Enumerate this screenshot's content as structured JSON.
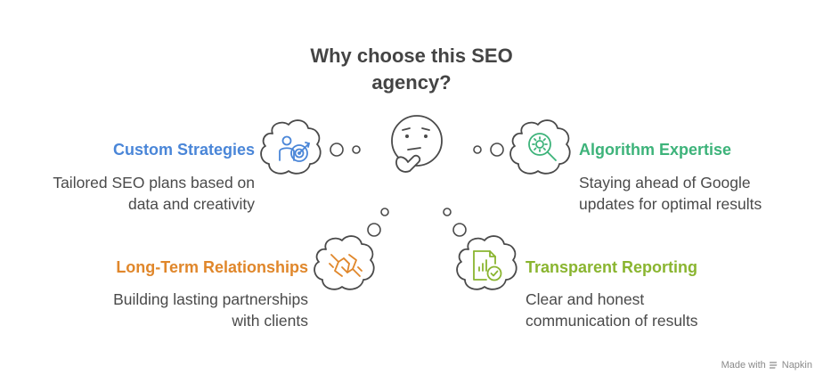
{
  "title": "Why choose this SEO agency?",
  "items": [
    {
      "heading": "Custom Strategies",
      "description_lines": [
        "Tailored SEO plans based on",
        "data and creativity"
      ],
      "color": "#4a86d8",
      "icon": "target-strategy-icon"
    },
    {
      "heading": "Algorithm Expertise",
      "description_lines": [
        "Staying ahead of Google",
        "updates for optimal results"
      ],
      "color": "#3db37a",
      "icon": "search-gear-icon"
    },
    {
      "heading": "Long-Term Relationships",
      "description_lines": [
        "Building lasting partnerships",
        "with clients"
      ],
      "color": "#e0872b",
      "icon": "handshake-icon"
    },
    {
      "heading": "Transparent Reporting",
      "description_lines": [
        "Clear and honest",
        "communication of results"
      ],
      "color": "#8ab530",
      "icon": "report-check-icon"
    }
  ],
  "center_icon": "thinking-face-icon",
  "footer": {
    "text": "Made with",
    "brand": "Napkin"
  }
}
